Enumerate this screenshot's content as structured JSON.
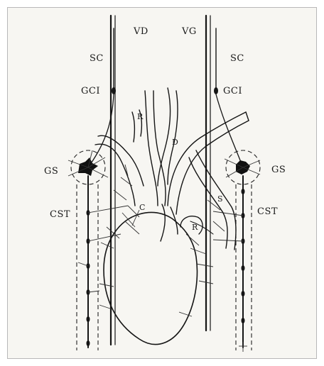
{
  "labels": {
    "vd": "VD",
    "vg": "VG",
    "sc_left": "SC",
    "sc_right": "SC",
    "gci_left": "GCI",
    "gci_right": "GCI",
    "gs_left": "GS",
    "gs_right": "GS",
    "cst_left": "CST",
    "cst_right": "CST",
    "r_top": "R",
    "r_right": "R",
    "d": "D",
    "c": "C",
    "s": "S"
  },
  "colors": {
    "ink": "#151515",
    "paper": "#f7f6f2"
  }
}
